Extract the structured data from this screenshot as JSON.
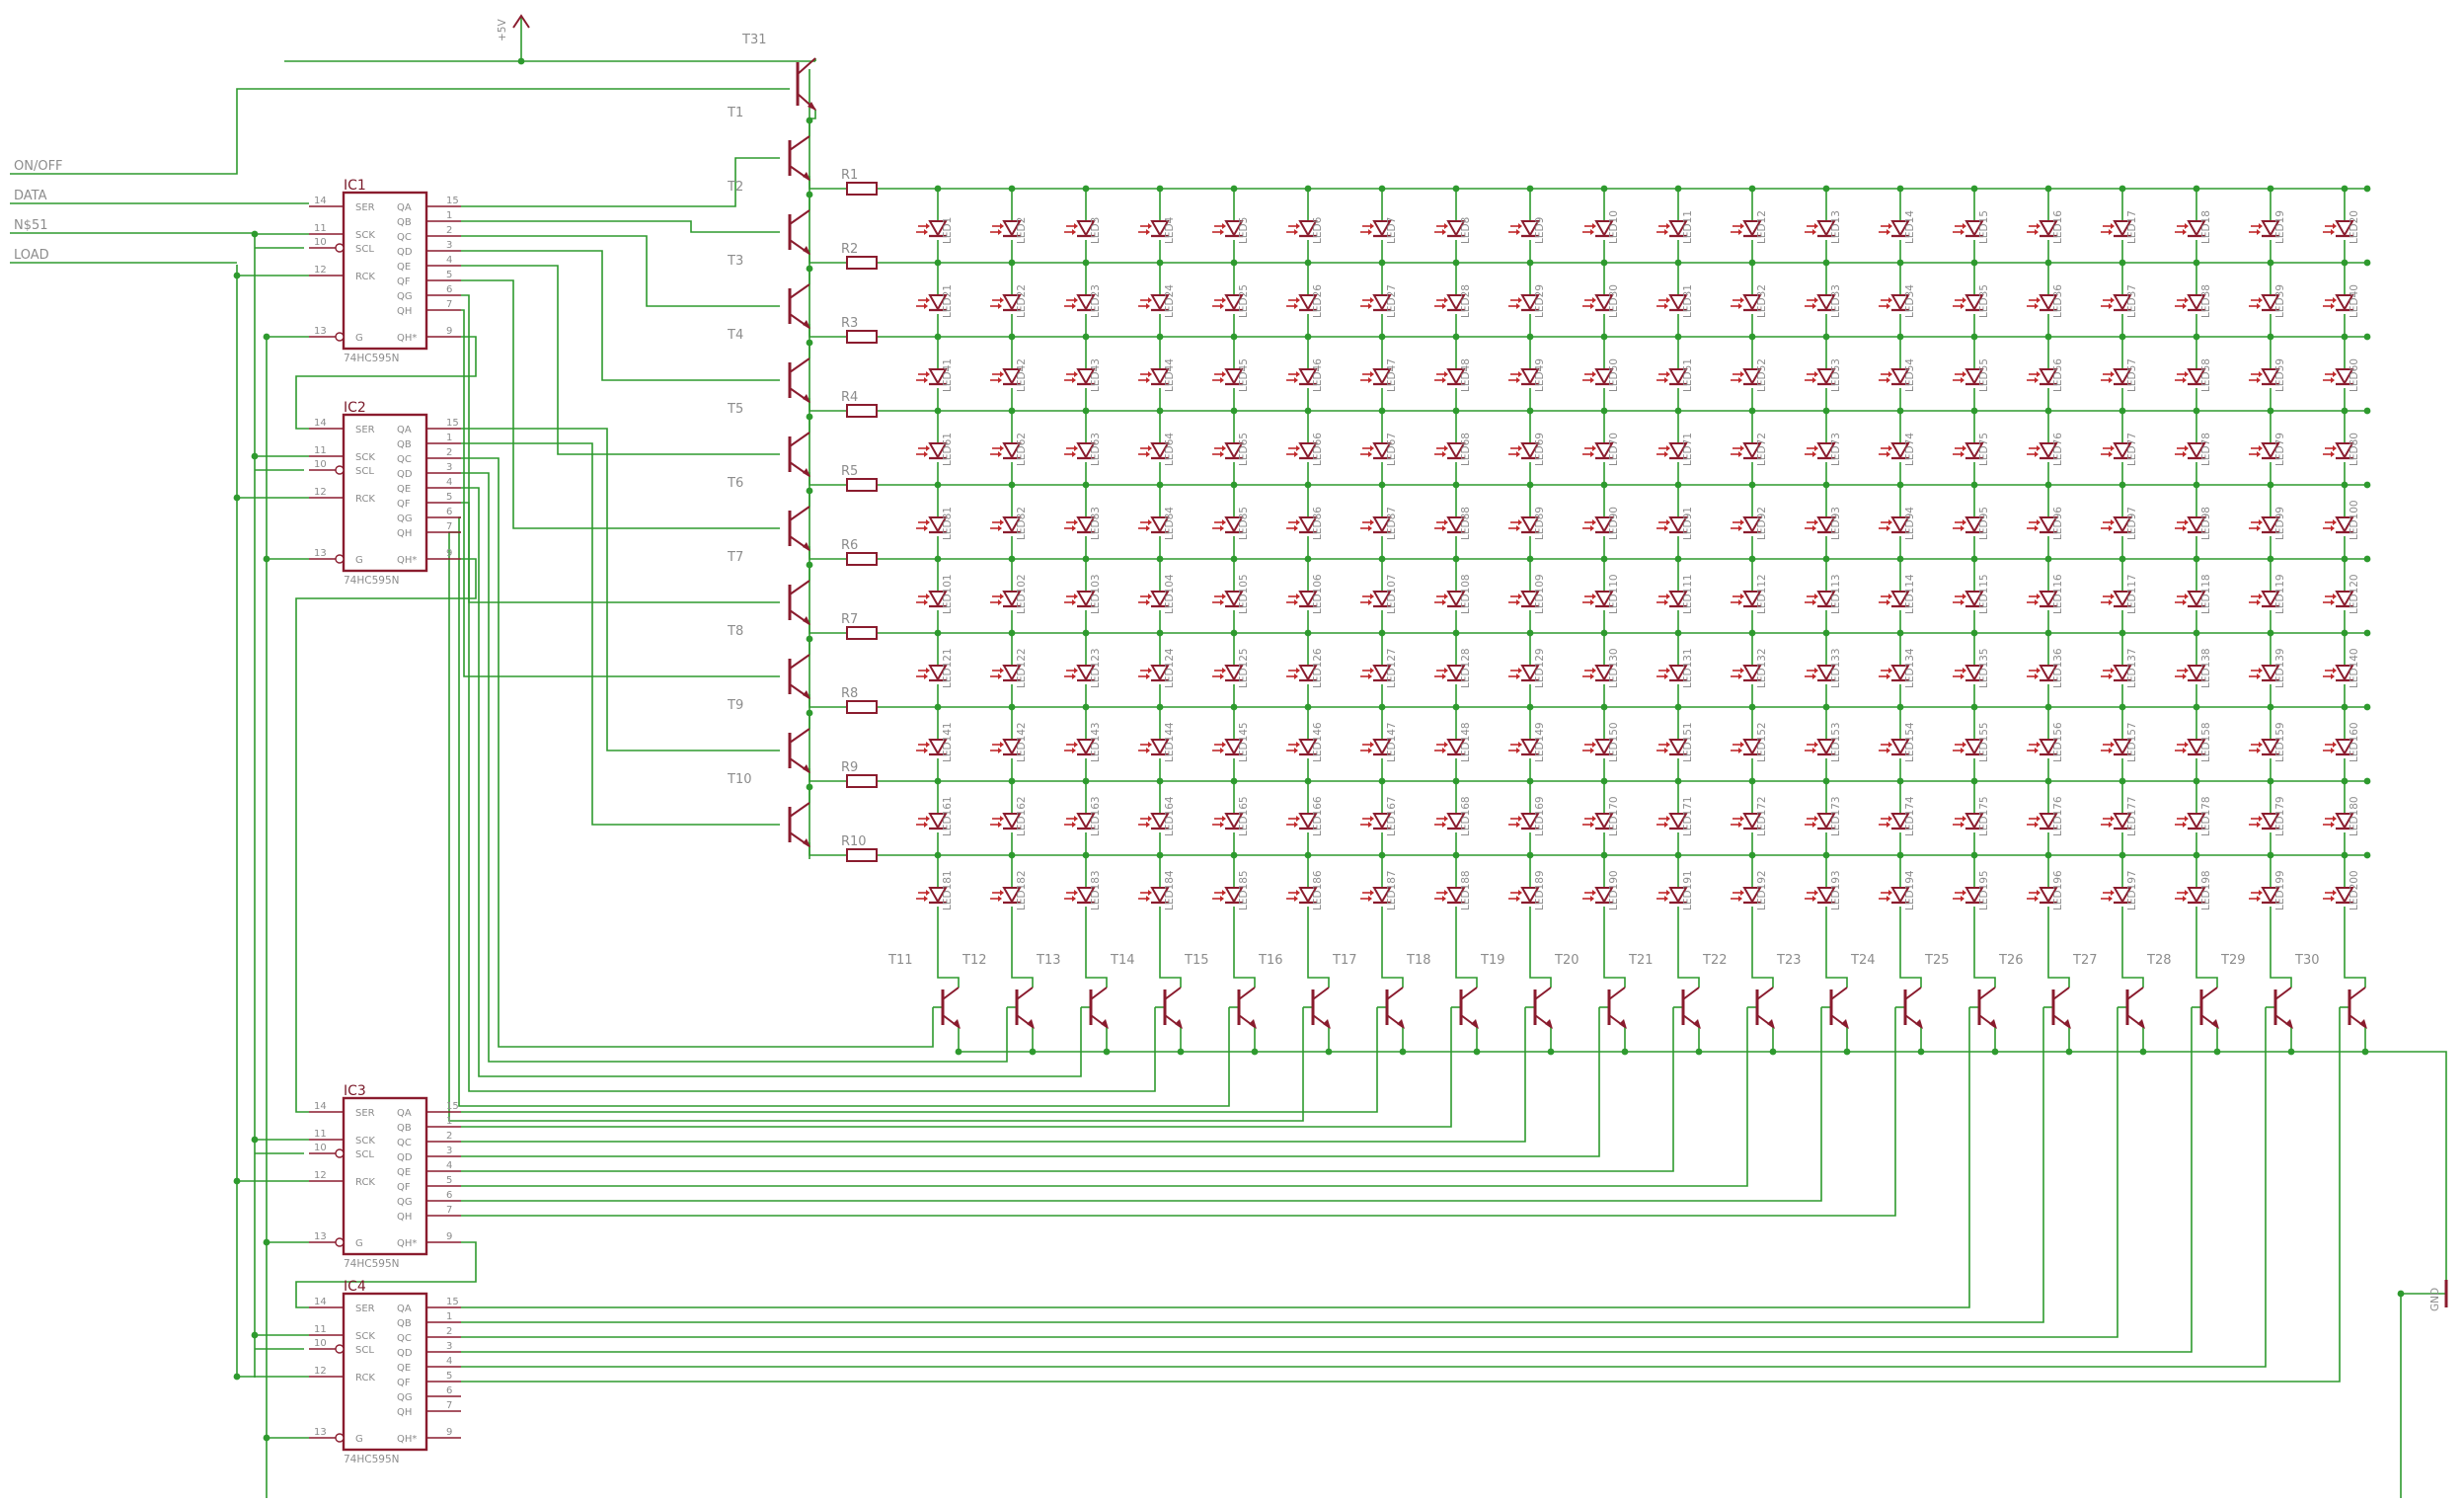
{
  "inputs": [
    "ON/OFF",
    "DATA",
    "N$51",
    "LOAD"
  ],
  "supply_label": "+5V",
  "ground_label": "GND",
  "chip_type": "74HC595N",
  "chips": [
    {
      "ref": "IC1",
      "part": "74HC595N"
    },
    {
      "ref": "IC2",
      "part": "74HC595N"
    },
    {
      "ref": "IC3",
      "part": "74HC595N"
    },
    {
      "ref": "IC4",
      "part": "74HC595N"
    }
  ],
  "chip_pins_left": [
    {
      "name": "SER",
      "num": "14"
    },
    {
      "name": "SCK",
      "num": "11"
    },
    {
      "name": "SCL",
      "num": "10"
    },
    {
      "name": "RCK",
      "num": "12"
    },
    {
      "name": "G",
      "num": "13"
    }
  ],
  "chip_pins_right": [
    {
      "name": "QA",
      "num": "15"
    },
    {
      "name": "QB",
      "num": "1"
    },
    {
      "name": "QC",
      "num": "2"
    },
    {
      "name": "QD",
      "num": "3"
    },
    {
      "name": "QE",
      "num": "4"
    },
    {
      "name": "QF",
      "num": "5"
    },
    {
      "name": "QG",
      "num": "6"
    },
    {
      "name": "QH",
      "num": "7"
    },
    {
      "name": "QH*",
      "num": "9"
    }
  ],
  "master_transistor": "T31",
  "row_transistors": [
    "T1",
    "T2",
    "T3",
    "T4",
    "T5",
    "T6",
    "T7",
    "T8",
    "T9",
    "T10"
  ],
  "resistors": [
    "R1",
    "R2",
    "R3",
    "R4",
    "R5",
    "R6",
    "R7",
    "R8",
    "R9",
    "R10"
  ],
  "column_transistors": [
    "T11",
    "T12",
    "T13",
    "T14",
    "T15",
    "T16",
    "T17",
    "T18",
    "T19",
    "T20",
    "T21",
    "T22",
    "T23",
    "T24",
    "T25",
    "T26",
    "T27",
    "T28",
    "T29",
    "T30"
  ],
  "led_matrix": {
    "rows": 10,
    "cols": 20,
    "prefix": "LED"
  },
  "colors": {
    "wire": "#2e9a2e",
    "component": "#8a1c2e",
    "text": "#8c8c8c",
    "led_arrow": "#c0282a",
    "junction": "#2e9a2e"
  }
}
